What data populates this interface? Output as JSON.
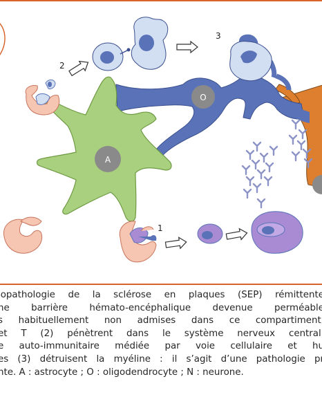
{
  "diagram": {
    "labels": {
      "astrocyte": "A",
      "oligodendrocyte": "O",
      "step1": "1",
      "step2": "2",
      "step3": "3"
    },
    "colors": {
      "astrocyte": "#a9d07e",
      "oligodendrocyte": "#5a73b8",
      "myelin_sheath": "#dd7f2f",
      "barrier_cell": "#f6c6b2",
      "b_cell": "#a88bd2",
      "t_cell": "#d2def2",
      "antibody": "#8c93c6",
      "nucleus": "#8a8a8a",
      "frame_rule": "#d9622b"
    }
  },
  "caption": {
    "lines": [
      "iopathologie de la sclérose en plaques (SEP) rémittente",
      "ne barrière hémato-encéphalique devenue perméable",
      "s habituellement non admises dans ce compartiment,",
      "et T (2) pénètrent dans le système nerveux central,",
      "e auto-immunitaire médiée par voie cellulaire et hu",
      "es (3) détruisent la myéline : il s’agit d’une pathologie pr",
      "nte. A : astrocyte ; O : oligodendrocyte ; N : neurone."
    ]
  }
}
